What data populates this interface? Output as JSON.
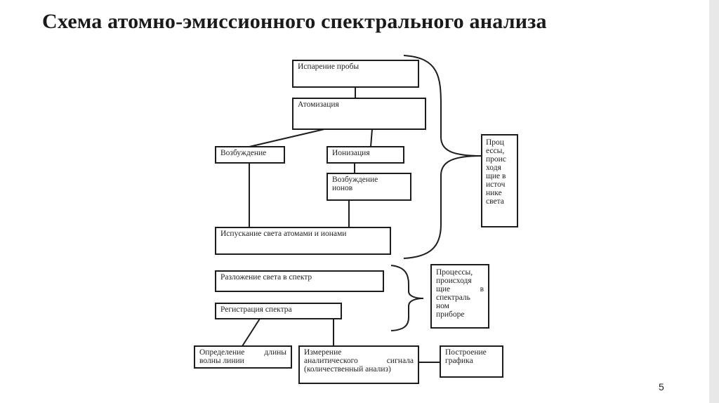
{
  "title": "Схема атомно-эмиссионного спектрального анализа",
  "page_number": "5",
  "boxes": {
    "evaporation": "Испарение пробы",
    "atomization": "Атомизация",
    "excitation": "Возбуждение",
    "ionization": "Ионизация",
    "ion_excitation_l1": "Возбуждение",
    "ion_excitation_l2": "ионов",
    "emission": "Испускание света атомами и ионами",
    "decomposition": "Разложение света в спектр",
    "registration": "Регистрация спектра",
    "wavelength_l1": "Определение длины",
    "wavelength_l2": "волны линии",
    "measurement_l1": "Измерение",
    "measurement_l2": "аналитического сигнала",
    "measurement_l3": "(количественный анализ)",
    "plotting_l1": "Построение",
    "plotting_l2": "графика"
  },
  "notes": {
    "source_lines": [
      "Проц",
      "ессы,",
      "проис",
      "ходя",
      "щие в",
      "источ",
      "нике",
      "света"
    ],
    "spectral_lines": [
      "Процессы,",
      "происходя",
      "щие в",
      "спектраль",
      "ном",
      "приборе"
    ]
  }
}
